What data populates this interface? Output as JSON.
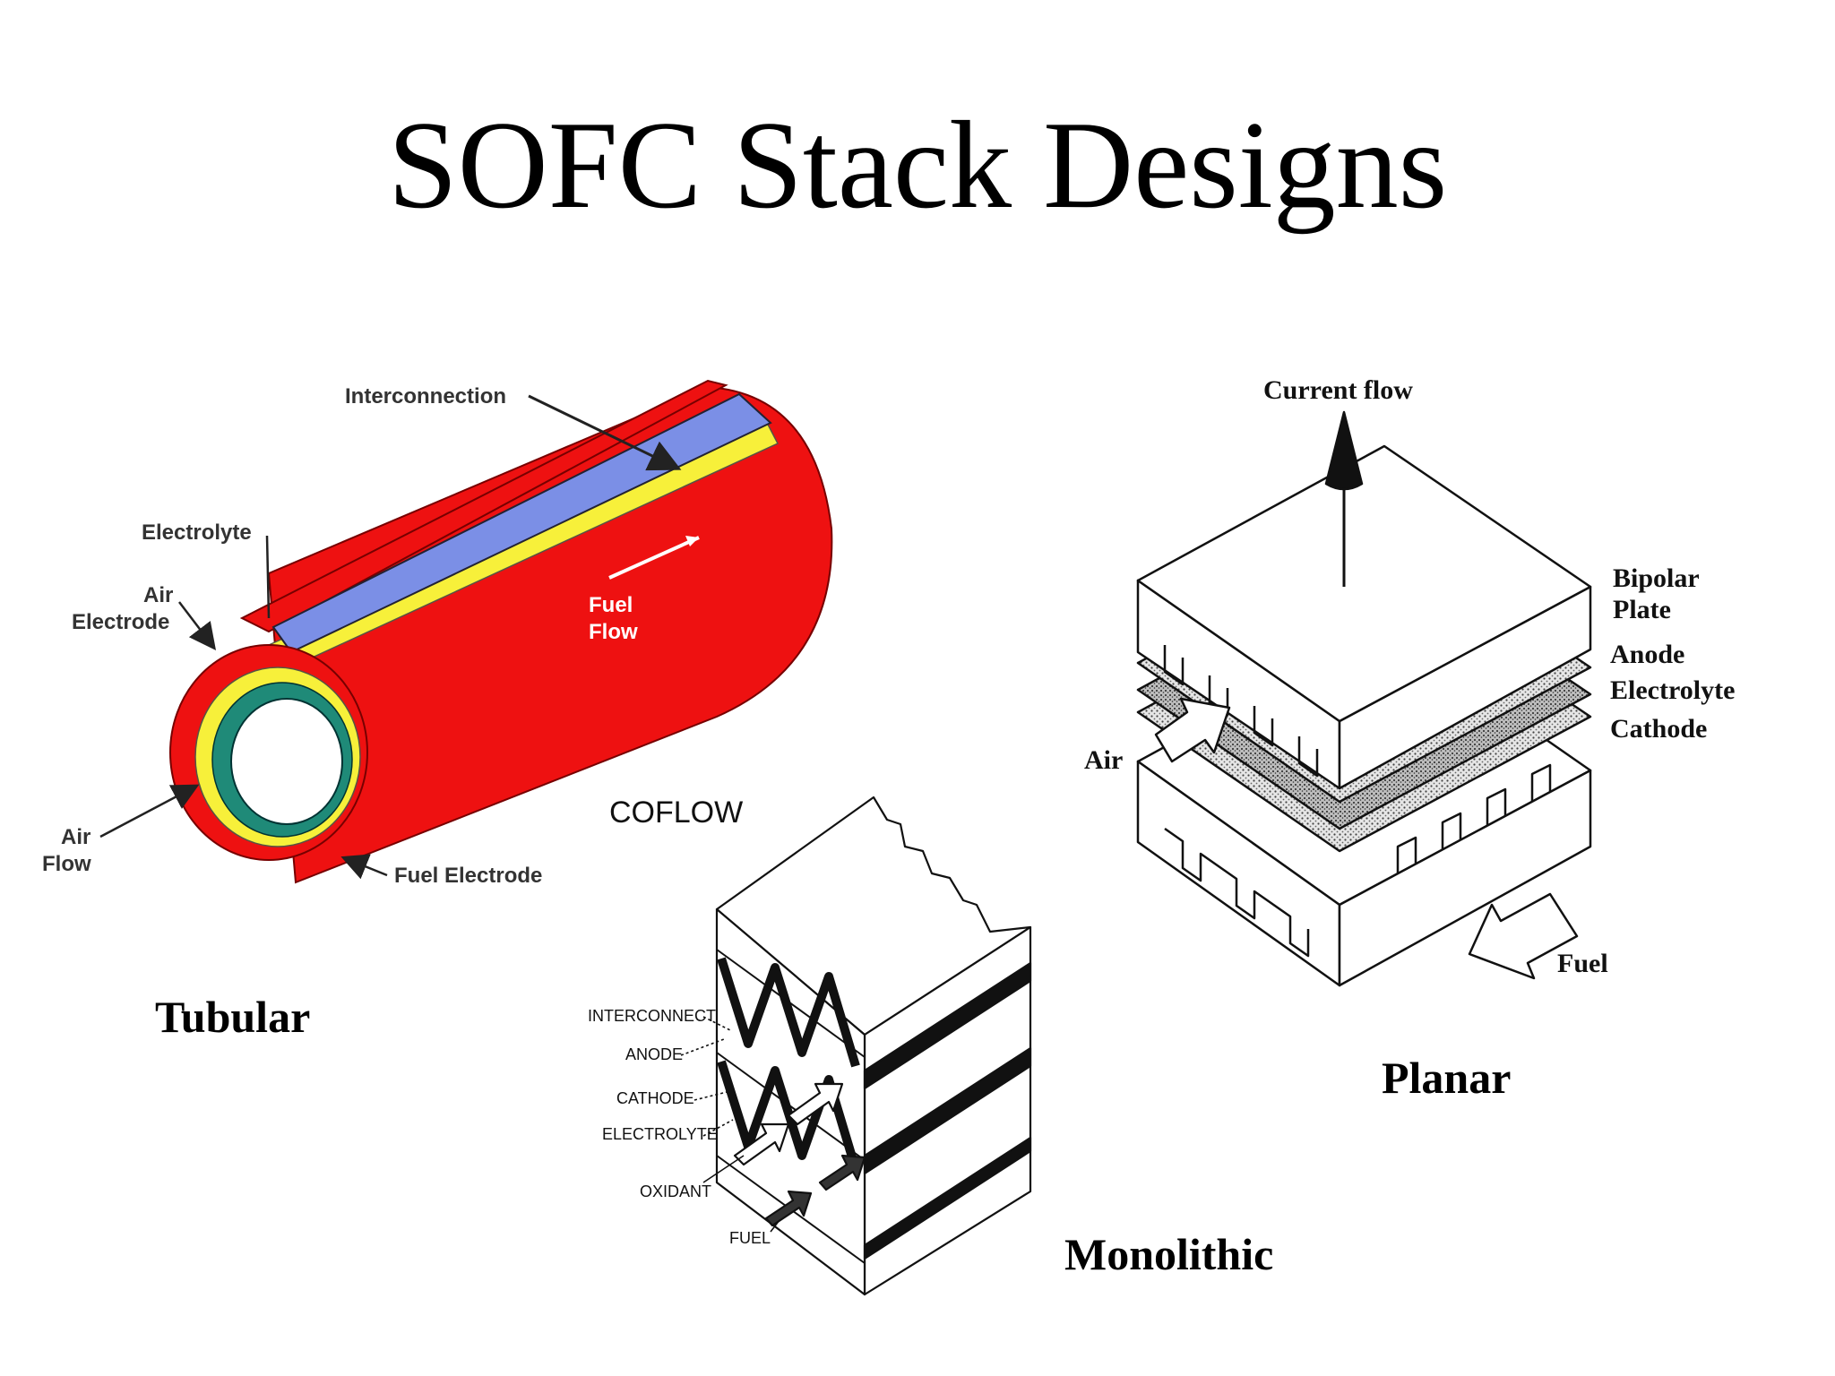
{
  "title": "SOFC Stack Designs",
  "captions": {
    "tubular": "Tubular",
    "planar": "Planar",
    "monolithic": "Monolithic"
  },
  "tubular": {
    "interconnection": "Interconnection",
    "electrolyte": "Electrolyte",
    "air_electrode_1": "Air",
    "air_electrode_2": "Electrode",
    "fuel_flow_1": "Fuel",
    "fuel_flow_2": "Flow",
    "air_flow_1": "Air",
    "air_flow_2": "Flow",
    "fuel_electrode": "Fuel Electrode"
  },
  "planar": {
    "current_flow": "Current flow",
    "bipolar_1": "Bipolar",
    "bipolar_2": "Plate",
    "anode": "Anode",
    "electrolyte": "Electrolyte",
    "cathode": "Cathode",
    "air": "Air",
    "fuel": "Fuel"
  },
  "monolithic": {
    "coflow": "COFLOW",
    "interconnect": "INTERCONNECT",
    "anode": "ANODE",
    "cathode": "CATHODE",
    "electrolyte": "ELECTROLYTE",
    "oxidant": "OXIDANT",
    "fuel": "FUEL"
  },
  "colors": {
    "tube_red": "#ee1111",
    "tube_yellow": "#f7f03a",
    "tube_blue": "#7b8fe6",
    "tube_green": "#1f8a78"
  }
}
